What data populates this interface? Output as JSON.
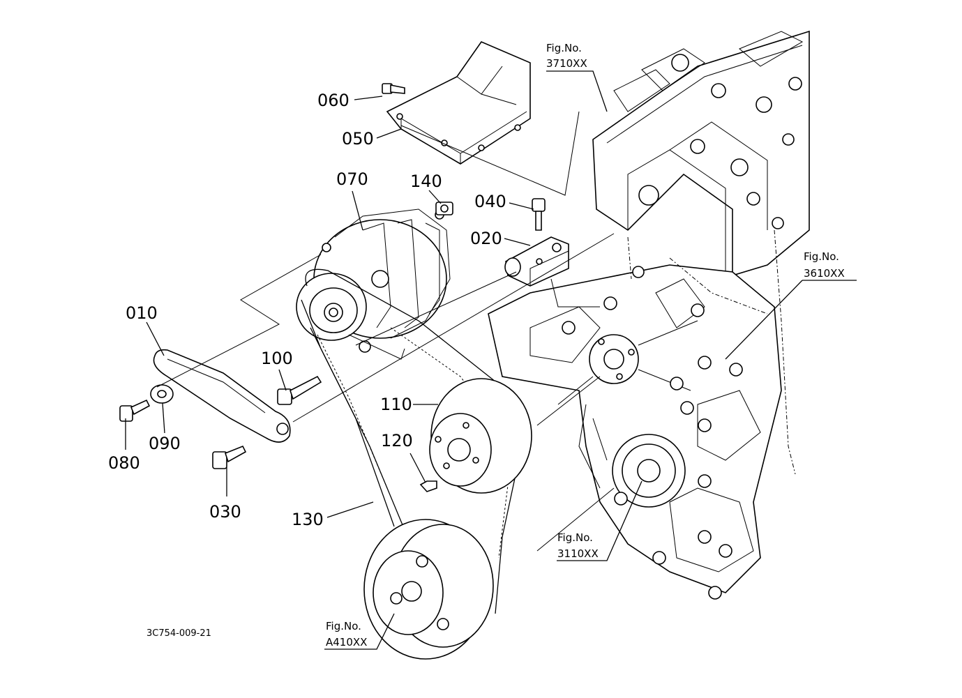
{
  "diagram": {
    "code": "3C754-009-21",
    "parts": {
      "p010": "010",
      "p020": "020",
      "p030": "030",
      "p040": "040",
      "p050": "050",
      "p060": "060",
      "p070": "070",
      "p080": "080",
      "p090": "090",
      "p100": "100",
      "p110": "110",
      "p120": "120",
      "p130": "130",
      "p140": "140"
    },
    "refs": {
      "r3710": {
        "title": "Fig.No.",
        "number": "3710XX"
      },
      "r3610": {
        "title": "Fig.No.",
        "number": "3610XX"
      },
      "r3110": {
        "title": "Fig.No.",
        "number": "3110XX"
      },
      "rA410": {
        "title": "Fig.No.",
        "number": "A410XX"
      }
    }
  }
}
